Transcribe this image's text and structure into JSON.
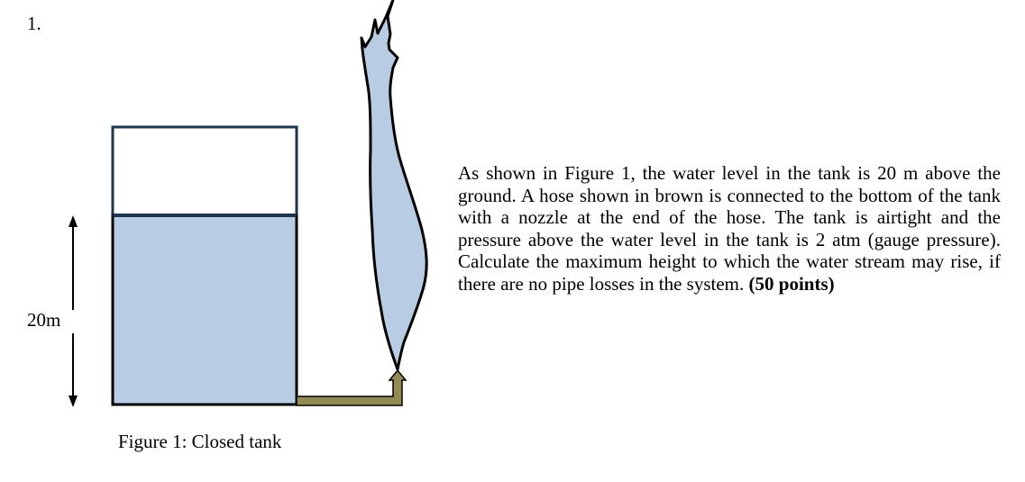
{
  "question_number": "1.",
  "figure": {
    "height_label": "20m",
    "caption": "Figure 1: Closed tank",
    "colors": {
      "water": "#b8cce4",
      "tank_outline_top": "#1f3550",
      "hose": "#948a54",
      "outline": "#000000"
    }
  },
  "problem": {
    "text": "As shown in Figure 1, the water level in the tank is 20 m above the ground. A hose shown in brown is connected to the bottom of the tank with a nozzle at the end of the hose. The tank is airtight and the pressure above the water level in the tank is 2 atm (gauge pressure). Calculate the maximum height to which the water stream may rise, if there are no pipe losses in the system.",
    "points": "(50 points)"
  }
}
